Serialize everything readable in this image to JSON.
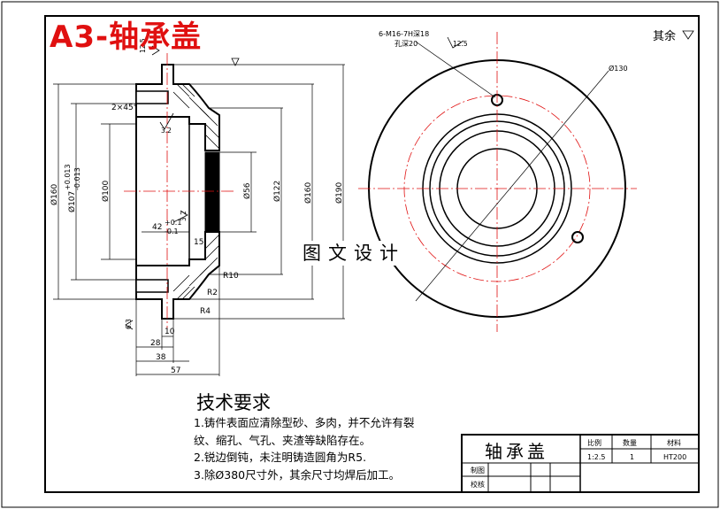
{
  "sheet_title": "A3-轴承盖",
  "watermark": "图文设计",
  "roughness_note": {
    "text": "其余"
  },
  "technical_requirements": {
    "title": "技术要求",
    "items": [
      "1.铸件表面应清除型砂、多肉，并不允许有裂",
      "纹、缩孔、气孔、夹渣等缺陷存在。",
      "2.锐边倒钝，未注明铸造圆角为R5.",
      "3.除Ø380尺寸外，其余尺寸均焊后加工。"
    ]
  },
  "title_block": {
    "part_name": "轴承盖",
    "scale_label": "比例",
    "scale_value": "1:2.5",
    "qty_label": "数量",
    "qty_value": "1",
    "material_label": "材料",
    "material_value": "HT200",
    "drawn_label": "制图",
    "checked_label": "校核"
  },
  "dimensions": {
    "d160_left": "Ø160",
    "d107": "Ø107",
    "d107_tol_upper": "+0.013",
    "d107_tol_lower": "-0.013",
    "d100": "Ø100",
    "d56": "Ø56",
    "d122": "Ø122",
    "d160_right": "Ø160",
    "d190": "Ø190",
    "d130": "Ø130",
    "chamfer": "2×45°",
    "len42": "42",
    "len42_tol_upper": "+0.1",
    "len42_tol_lower": "-0.1",
    "len15": "15",
    "len10": "10",
    "len28": "28",
    "len38": "38",
    "len57": "57",
    "r10": "R10",
    "r2": "R2",
    "r4": "R4",
    "thread_note": "6-M16-7H深18",
    "hole_depth": "孔深20",
    "rough_3_2": "3.2",
    "rough_3_2_b": "3.2",
    "rough_12_5": "12.5",
    "rough_6_3": "6.3",
    "rough_12_5_b": "12.5"
  }
}
